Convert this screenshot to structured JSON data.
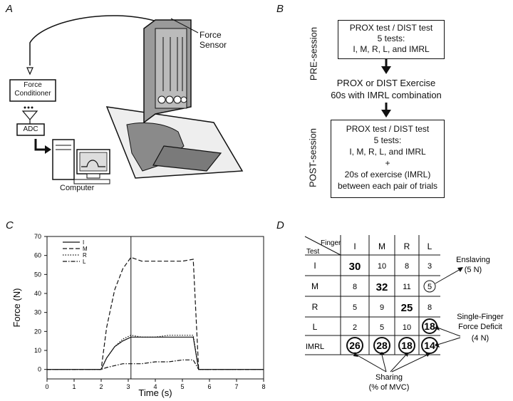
{
  "panels": {
    "a": "A",
    "b": "B",
    "c": "C",
    "d": "D"
  },
  "panel_a": {
    "force_sensor": [
      "Force",
      "Sensor"
    ],
    "force_conditioner": [
      "Force",
      "Conditioner"
    ],
    "adc": "ADC",
    "computer": "Computer"
  },
  "panel_b": {
    "pre_session": "PRE-session",
    "post_session": "POST-session",
    "pre_box": [
      "PROX test / DIST test",
      "5 tests:",
      "I, M, R, L, and IMRL"
    ],
    "exercise": [
      "PROX  or DIST Exercise",
      "60s with IMRL combination"
    ],
    "post_box": [
      "PROX test / DIST test",
      "5 tests:",
      "I, M, R, L, and IMRL",
      "+",
      "20s of exercise (IMRL)",
      "between each pair of trials"
    ]
  },
  "panel_c": {
    "ylabel": "Force (N)",
    "xlabel": "Time (s)",
    "legend": [
      "I",
      "M",
      "R",
      "L"
    ]
  },
  "chart_data": {
    "type": "line",
    "xlabel": "Time (s)",
    "ylabel": "Force (N)",
    "xlim": [
      0,
      8
    ],
    "ylim": [
      -5,
      70
    ],
    "x_ticks": [
      "0",
      "1",
      "2",
      "3",
      "4",
      "5",
      "6",
      "7",
      "8"
    ],
    "y_ticks": [
      "0",
      "10",
      "20",
      "30",
      "40",
      "50",
      "60",
      "70"
    ],
    "marker_x": 3.1,
    "x": [
      0,
      1,
      2,
      2.2,
      2.5,
      2.8,
      3.1,
      3.5,
      4.0,
      4.5,
      5.0,
      5.4,
      5.6,
      6.0,
      7.0,
      8.0
    ],
    "series": [
      {
        "name": "I",
        "style": "solid",
        "values": [
          0,
          0,
          0,
          6,
          12,
          15,
          17,
          17,
          17,
          17,
          17,
          17,
          0,
          0,
          0,
          0
        ]
      },
      {
        "name": "M",
        "style": "dashed",
        "values": [
          0,
          0,
          0,
          22,
          42,
          53,
          59,
          57,
          57,
          57,
          57,
          58,
          0,
          0,
          0,
          0
        ]
      },
      {
        "name": "R",
        "style": "dotted",
        "values": [
          0,
          0,
          0,
          6,
          12,
          16,
          18,
          17,
          17,
          18,
          18,
          18,
          0,
          0,
          0,
          0
        ]
      },
      {
        "name": "L",
        "style": "dashdot",
        "values": [
          0,
          0,
          0,
          1,
          2,
          3,
          3,
          3,
          4,
          4,
          5,
          5,
          0,
          0,
          0,
          0
        ]
      }
    ]
  },
  "panel_d": {
    "corner_finger": "Finger",
    "corner_test": "Test",
    "columns": [
      "I",
      "M",
      "R",
      "L"
    ],
    "rows": [
      {
        "label": "I",
        "cells": [
          "30",
          "10",
          "8",
          "3"
        ]
      },
      {
        "label": "M",
        "cells": [
          "8",
          "32",
          "11",
          "5"
        ]
      },
      {
        "label": "R",
        "cells": [
          "5",
          "9",
          "25",
          "8"
        ]
      },
      {
        "label": "L",
        "cells": [
          "2",
          "5",
          "10",
          "18"
        ]
      },
      {
        "label": "IMRL",
        "cells": [
          "26",
          "28",
          "18",
          "14"
        ]
      }
    ],
    "enslaving": [
      "Enslaving",
      "(5 N)"
    ],
    "deficit": [
      "Single-Finger",
      "Force Deficit",
      "(4 N)"
    ],
    "sharing": [
      "Sharing",
      "(% of MVC)"
    ]
  }
}
